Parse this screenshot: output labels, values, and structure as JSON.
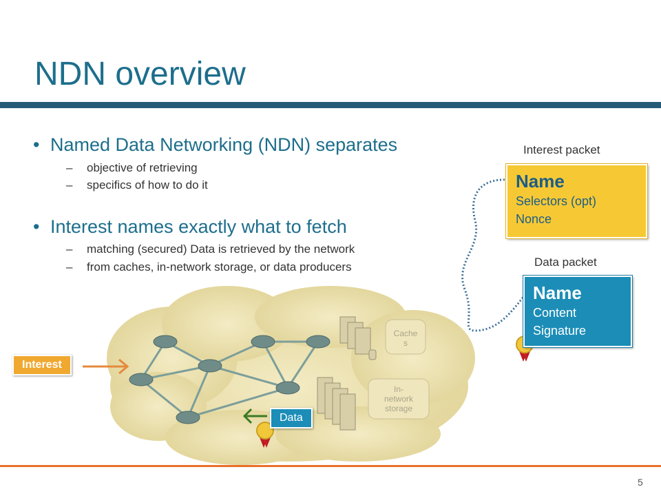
{
  "slide": {
    "title": "NDN overview",
    "page_number": "5"
  },
  "bullets": [
    {
      "text": "Named Data Networking (NDN) separates",
      "subs": [
        "objective of retrieving",
        "specifics of how to do it"
      ]
    },
    {
      "text": "Interest names exactly what to fetch",
      "subs": [
        "matching (secured) Data is retrieved by the network",
        "from caches, in-network storage, or data producers"
      ]
    }
  ],
  "interest_packet": {
    "label": "Interest packet",
    "name": "Name",
    "fields": [
      "Selectors (opt)",
      "Nonce"
    ]
  },
  "data_packet": {
    "label": "Data packet",
    "name": "Name",
    "fields": [
      "Content",
      "Signature"
    ]
  },
  "network": {
    "interest_tag": "Interest",
    "data_tag": "Data",
    "caches_label_1": "Cache",
    "caches_label_2": "s",
    "storage_label_1": "In-",
    "storage_label_2": "network",
    "storage_label_3": "storage"
  },
  "colors": {
    "title": "#1d6e8c",
    "title_bar": "#245b78",
    "interest": "#f0a830",
    "data": "#1b8db7",
    "footer": "#e8702a",
    "cloud": "#e8dca4"
  }
}
